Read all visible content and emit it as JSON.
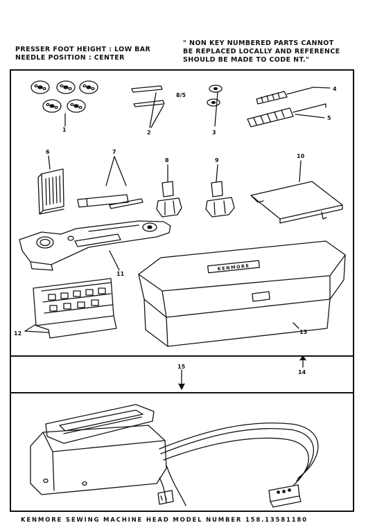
{
  "header": {
    "left_line1": "PRESSER FOOT HEIGHT : LOW BAR",
    "left_line2": "NEEDLE POSITION : CENTER",
    "right_line1": "\" NON KEY NUMBERED PARTS CANNOT",
    "right_line2": "BE REPLACED LOCALLY AND REFERENCE",
    "right_line3": "SHOULD BE MADE TO CODE NT.\""
  },
  "labels": {
    "p1": "1",
    "p2": "2",
    "p8_5": "8/5",
    "p3": "3",
    "p4": "4",
    "p5": "5",
    "p6": "6",
    "p7": "7",
    "p8": "8",
    "p9": "9",
    "p10": "10",
    "p11": "11",
    "p12": "12",
    "p13": "13",
    "p14": "14",
    "p15": "15"
  },
  "box_lid_text": "KENMORE",
  "footer": "KENMORE SEWING MACHINE HEAD MODEL NUMBER 158.13581180"
}
